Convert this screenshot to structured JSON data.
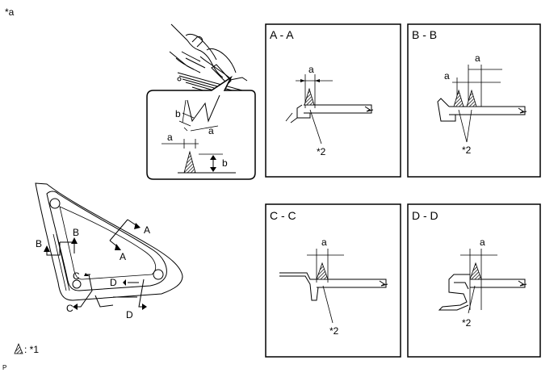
{
  "corner_label": "*a",
  "footer_label": "P",
  "legend": {
    "text": ": *1"
  },
  "callout": {
    "label_a_upper": "a",
    "label_b_upper": "b",
    "label_a_lower": "a",
    "label_b_lower": "b"
  },
  "window": {
    "labels": [
      "A",
      "A",
      "B",
      "B",
      "C",
      "C",
      "D",
      "D"
    ]
  },
  "sections": [
    {
      "title": "A - A",
      "dim": "a",
      "ref": "*2"
    },
    {
      "title": "B - B",
      "dim_upper": "a",
      "dim_lower": "a",
      "ref": "*2"
    },
    {
      "title": "C - C",
      "dim": "a",
      "ref": "*2"
    },
    {
      "title": "D - D",
      "dim": "a",
      "ref": "*2"
    }
  ]
}
